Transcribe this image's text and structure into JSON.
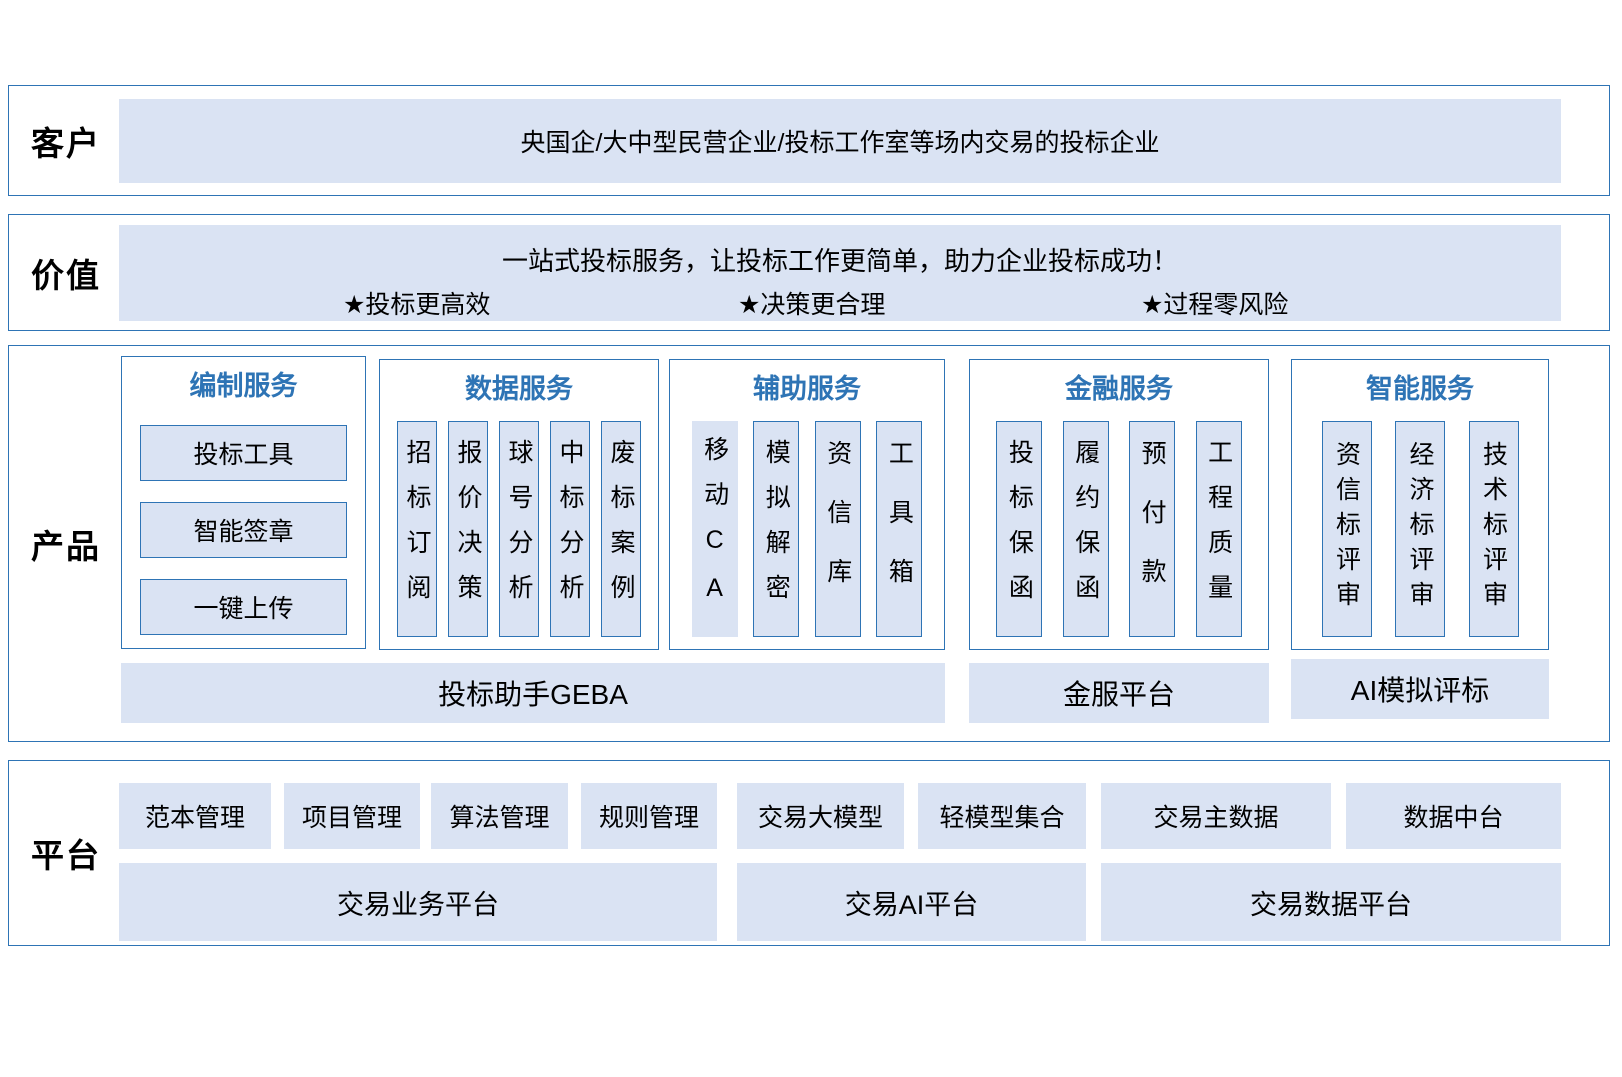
{
  "colors": {
    "light_blue_fill": "#dae3f3",
    "border_blue": "#2e74b5",
    "group_title_blue": "#2e74b5",
    "text": "#000000"
  },
  "rows": {
    "customer": {
      "label": "客户",
      "content": "央国企/大中型民营企业/投标工作室等场内交易的投标企业"
    },
    "value": {
      "label": "价值",
      "headline": "一站式投标服务，让投标工作更简单，助力企业投标成功！",
      "points": [
        "★投标更高效",
        "★决策更合理",
        "★过程零风险"
      ]
    },
    "product": {
      "label": "产品",
      "groups": [
        {
          "title": "编制服务",
          "items": [
            "投标工具",
            "智能签章",
            "一键上传"
          ]
        },
        {
          "title": "数据服务",
          "items": [
            "招标订阅",
            "报价决策",
            "球号分析",
            "中标分析",
            "废标案例"
          ]
        },
        {
          "title": "辅助服务",
          "items": [
            "移动CA",
            "模拟解密",
            "资信库",
            "工具箱"
          ]
        },
        {
          "title": "金融服务",
          "items": [
            "投标保函",
            "履约保函",
            "预付款",
            "工程质量"
          ]
        },
        {
          "title": "智能服务",
          "items": [
            "资信标评审",
            "经济标评审",
            "技术标评审"
          ]
        }
      ],
      "bars": [
        "投标助手GEBA",
        "金服平台",
        "AI模拟评标"
      ]
    },
    "platform": {
      "label": "平台",
      "modules": [
        "范本管理",
        "项目管理",
        "算法管理",
        "规则管理",
        "交易大模型",
        "轻模型集合",
        "交易主数据",
        "数据中台"
      ],
      "bars": [
        "交易业务平台",
        "交易AI平台",
        "交易数据平台"
      ]
    }
  }
}
